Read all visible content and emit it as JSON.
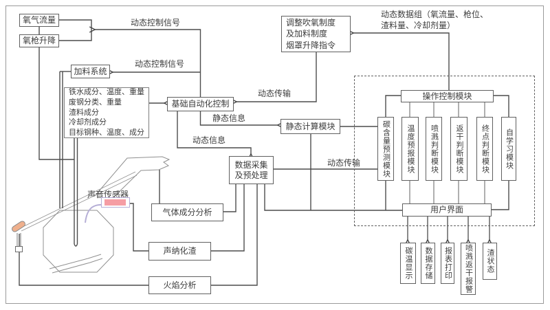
{
  "boxes": {
    "oxygen_flow": "氧气流量",
    "lance_lift": "氧枪升降",
    "feeding": "加料系统",
    "charge_params": "铁水成分、温度、重量\n废钢分类、重量\n渣料成分\n冷却剂成分\n目标钢种、温度、成分",
    "basic_auto": "基础自动化控制",
    "adjust_cmd": "调整吹氧制度\n及加料制度\n烟罩升降指令",
    "static_calc": "静态计算模块",
    "data_acq": "数据采集\n及预处理",
    "gas_analysis": "气体成分分析",
    "sonar_slag": "声纳化渣",
    "flame_analysis": "火焰分析",
    "op_control": "操作控制模块",
    "user_interface": "用户界面"
  },
  "modules": [
    {
      "label": "碳含量预测模块"
    },
    {
      "label": "温度预报模块"
    },
    {
      "label": "喷溅判断模块"
    },
    {
      "label": "返干判断模块"
    },
    {
      "label": "终点判断模块"
    },
    {
      "label": "自学习模块"
    }
  ],
  "outputs": [
    {
      "label": "碳温显示"
    },
    {
      "label": "数据存储"
    },
    {
      "label": "报表打印"
    },
    {
      "label": "喷溅返干报警"
    },
    {
      "label": "渣状态"
    }
  ],
  "labels": {
    "dyn_ctrl_signal_1": "动态控制信号",
    "dyn_ctrl_signal_2": "动态控制信号",
    "dyn_transfer_1": "动态传输",
    "static_info": "静态信息",
    "dyn_info": "动态信息",
    "dyn_transfer_2": "动态传输",
    "dyn_data_group": "动态数据组（氧流量、枪位、\n渣料量、冷却剂量）",
    "sound_sensor": "声音传感器"
  },
  "colors": {
    "line": "#4c4c4c",
    "drawing": "#8f8f8f",
    "sensor_pink": "#f59da4",
    "sensor_tube": "#b5aed6",
    "camera_orange": "#efb08d"
  }
}
